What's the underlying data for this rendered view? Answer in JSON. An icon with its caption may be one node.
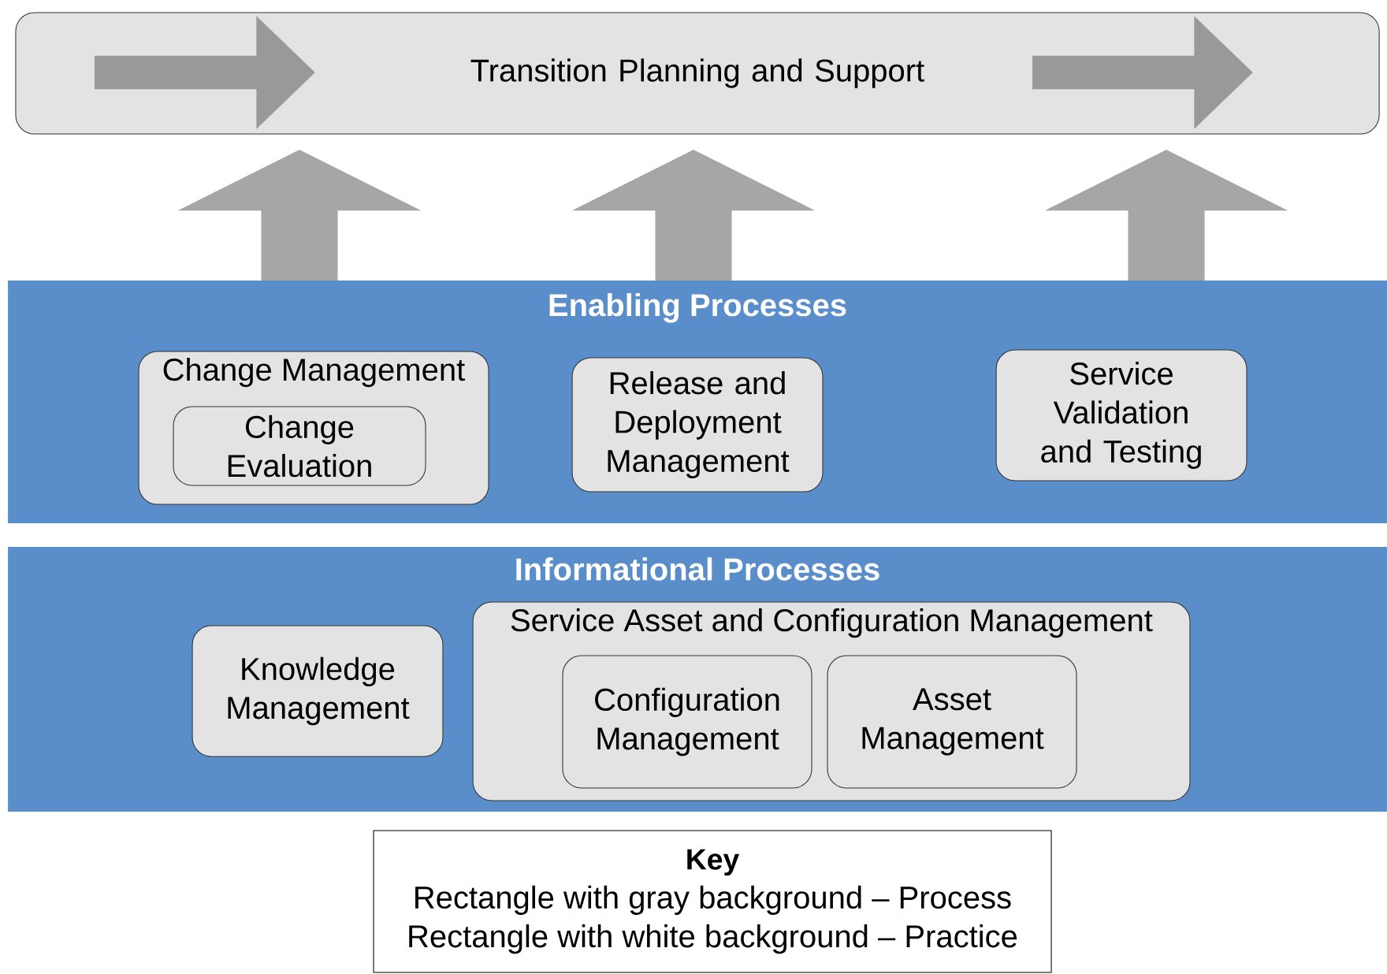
{
  "diagram": {
    "nodes": [
      {
        "text": [
          "Transition Planning and Support"
        ]
      },
      {
        "text": [
          "Enabling Processes"
        ]
      },
      {
        "text": [
          "Change Management"
        ],
        "in": 1
      },
      {
        "text": [
          "Change Evaluation"
        ],
        "in": 2
      },
      {
        "text": [
          "Release and Deployment Management"
        ],
        "in": 1
      },
      {
        "text": [
          "Service Validation and Testing"
        ],
        "in": 1
      },
      {
        "text": [
          "Informational Processes"
        ]
      },
      {
        "text": [
          "Knowledge Management"
        ],
        "in": 6
      },
      {
        "text": [
          "Service Asset and Configuration Management"
        ],
        "in": 6
      },
      {
        "text": [
          "Configuration Management"
        ],
        "in": 8
      },
      {
        "text": [
          "Asset Management"
        ],
        "in": 8
      },
      {
        "text": [
          "Key",
          "Rectangle with gray background – Process",
          "Rectangle with white background – Practice"
        ]
      }
    ],
    "edges": [
      {
        "from": 1,
        "to": 0,
        "arrow": "to"
      },
      {
        "from": 1,
        "to": 0,
        "arrow": "to"
      },
      {
        "from": 1,
        "to": 0,
        "arrow": "to"
      }
    ]
  }
}
